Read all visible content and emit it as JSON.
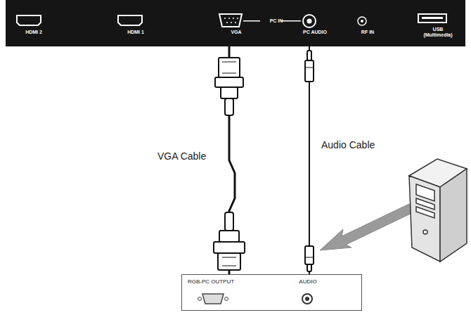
{
  "diagram": {
    "nodes": [
      {
        "text": [
          "HDMI 2",
          "HDMI 1",
          "VGA",
          "PC IN",
          "PC AUDIO",
          "RF IN",
          "USB (Multimedia)"
        ]
      },
      {
        "text": [
          "RGB-PC OUTPUT",
          "AUDIO"
        ]
      }
    ],
    "edges": [
      {
        "from": 0,
        "to": 1,
        "label": "VGA Cable",
        "arrow": "none"
      },
      {
        "from": 0,
        "to": 1,
        "label": "Audio Cable",
        "arrow": "none"
      }
    ]
  }
}
